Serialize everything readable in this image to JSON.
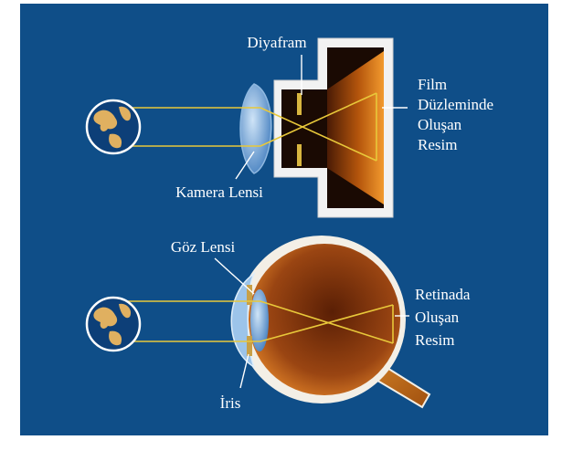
{
  "camera": {
    "diaphragm_label": "Diyafram",
    "lens_label": "Kamera Lensi",
    "film_label": [
      "Film",
      "Düzleminde",
      "Oluşan",
      "Resim"
    ]
  },
  "eye": {
    "lens_label": "Göz Lensi",
    "iris_label": "İris",
    "retina_label": [
      "Retinada",
      "Oluşan",
      "Resim"
    ]
  },
  "colors": {
    "background": "#0f4e88",
    "ray": "#e8c83a",
    "camera_body": "#f2f2f2",
    "film_chamber": "#c8620e",
    "eye_sclera": "#f3efe6",
    "eye_interior": "#8e3c10",
    "lens_blue": "#6aa0d6",
    "globe_land": "#e0b060"
  },
  "icons": [
    "globe-icon",
    "camera-diagram",
    "eye-diagram"
  ]
}
